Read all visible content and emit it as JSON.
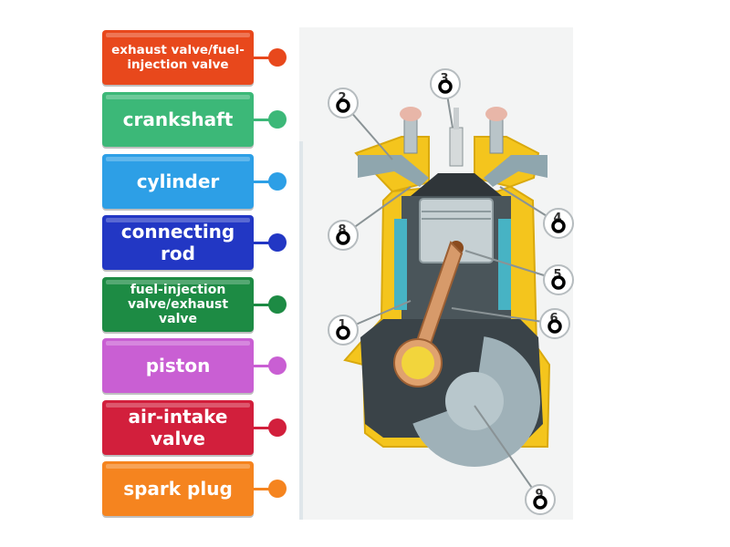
{
  "labels": [
    {
      "text": "exhaust valve/fuel-injection valve",
      "color": "#e8481c"
    },
    {
      "text": "crankshaft",
      "color": "#3cb878"
    },
    {
      "text": "cylinder",
      "color": "#2d9fe6"
    },
    {
      "text": "connecting rod",
      "color": "#2237c4"
    },
    {
      "text": "fuel-injection valve/exhaust valve",
      "color": "#1d8b44"
    },
    {
      "text": "piston",
      "color": "#c95fd3"
    },
    {
      "text": "air-intake valve",
      "color": "#d21f3c"
    },
    {
      "text": "spark plug",
      "color": "#f5841f"
    }
  ],
  "slots": [
    {
      "number": "2"
    },
    {
      "number": "3"
    },
    {
      "number": "8"
    },
    {
      "number": "4"
    },
    {
      "number": "5"
    },
    {
      "number": "1"
    },
    {
      "number": "6"
    },
    {
      "number": "9"
    }
  ]
}
